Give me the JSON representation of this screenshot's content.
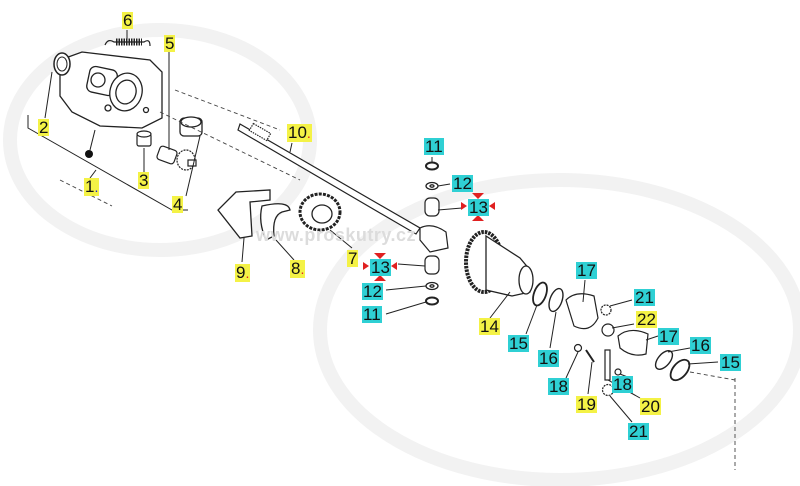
{
  "diagram": {
    "title": "Exploded parts diagram – gearbox / differential",
    "watermark": "www.proskutry.cz",
    "highlight_colors": {
      "yellow": "#f4f246",
      "cyan": "#2fd0d4",
      "marker_red": "#e02020"
    },
    "labels": [
      {
        "id": "l1",
        "text": "1",
        "suffix": ".",
        "style": "y",
        "suffix_color": "blue"
      },
      {
        "id": "l2",
        "text": "2",
        "style": "y"
      },
      {
        "id": "l3",
        "text": "3",
        "style": "y"
      },
      {
        "id": "l4",
        "text": "4",
        "style": "y"
      },
      {
        "id": "l5",
        "text": "5",
        "style": "y"
      },
      {
        "id": "l6",
        "text": "6",
        "style": "y"
      },
      {
        "id": "l7",
        "text": "7",
        "style": "y"
      },
      {
        "id": "l8",
        "text": "8",
        "suffix": ".",
        "style": "y"
      },
      {
        "id": "l9",
        "text": "9",
        "suffix": ".",
        "style": "y"
      },
      {
        "id": "l10",
        "text": "10",
        "suffix": ".",
        "style": "y"
      },
      {
        "id": "l11a",
        "text": "11",
        "style": "c"
      },
      {
        "id": "l12a",
        "text": "12",
        "style": "c"
      },
      {
        "id": "l13a",
        "text": "13",
        "style": "c",
        "marked": true
      },
      {
        "id": "l13b",
        "text": "13",
        "style": "c",
        "marked": true
      },
      {
        "id": "l12b",
        "text": "12",
        "style": "c"
      },
      {
        "id": "l11b",
        "text": "11",
        "style": "c"
      },
      {
        "id": "l14",
        "text": "14",
        "style": "y"
      },
      {
        "id": "l15a",
        "text": "15",
        "style": "c"
      },
      {
        "id": "l16a",
        "text": "16",
        "style": "c"
      },
      {
        "id": "l17a",
        "text": "17",
        "style": "c"
      },
      {
        "id": "l21a",
        "text": "21",
        "style": "c"
      },
      {
        "id": "l22",
        "text": "22",
        "style": "y"
      },
      {
        "id": "l17b",
        "text": "17",
        "style": "c"
      },
      {
        "id": "l16b",
        "text": "16",
        "style": "c"
      },
      {
        "id": "l15b",
        "text": "15",
        "style": "c"
      },
      {
        "id": "l18a",
        "text": "18",
        "style": "c"
      },
      {
        "id": "l18b",
        "text": "18",
        "style": "c"
      },
      {
        "id": "l19",
        "text": "19",
        "style": "y"
      },
      {
        "id": "l20",
        "text": "20",
        "style": "y"
      },
      {
        "id": "l21b",
        "text": "21",
        "style": "c"
      }
    ]
  }
}
